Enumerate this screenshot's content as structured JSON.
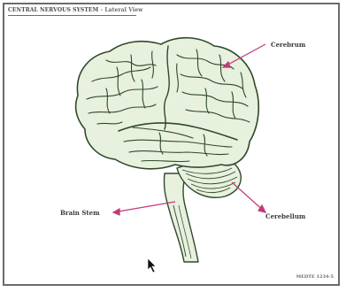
{
  "header": {
    "title": "CENTRAL NERVOUS SYSTEM",
    "separator": " - ",
    "subtitle": "Lateral View"
  },
  "labels": {
    "cerebrum": "Cerebrum",
    "brain_stem": "Brain Stem",
    "cerebellum": "Cerebellum"
  },
  "footer": {
    "code": "MEDTE 1234-5"
  },
  "colors": {
    "brain_fill": "#e8f0de",
    "outline": "#2e4a2a",
    "pointer": "#c23a7a",
    "frame": "#6b6b6b"
  }
}
